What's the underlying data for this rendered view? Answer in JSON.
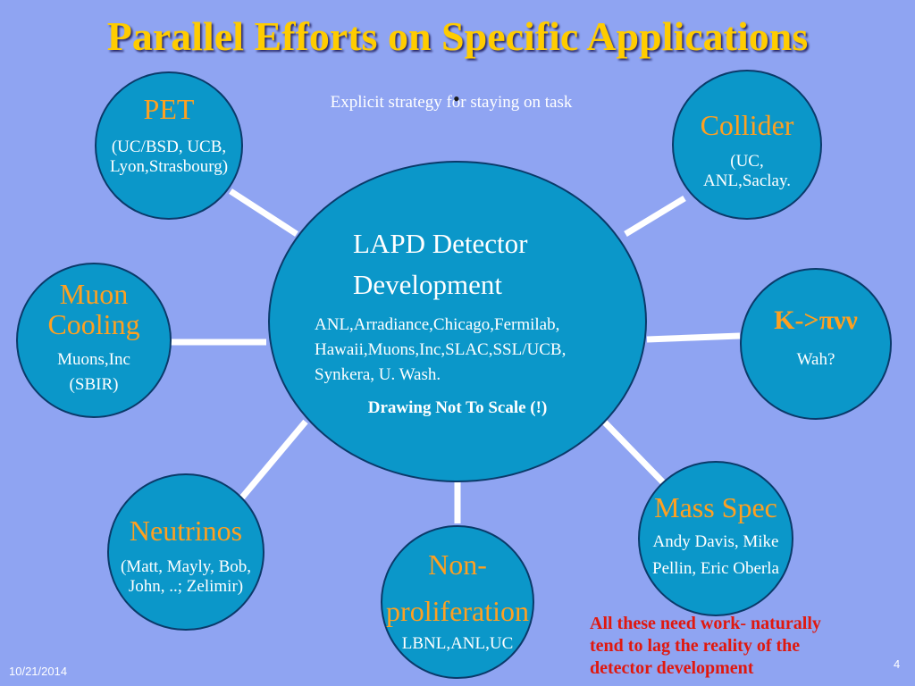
{
  "title": "Parallel Efforts on Specific Applications",
  "subtitle": "Explicit strategy for  staying on task",
  "bullet": "•",
  "center": {
    "title_line1": "LAPD Detector",
    "title_line2": "Development",
    "list_line1": "ANL,Arradiance,Chicago,Fermilab,",
    "list_line2": "Hawaii,Muons,Inc,SLAC,SSL/UCB,",
    "list_line3": "Synkera, U. Wash.",
    "note": "Drawing Not To Scale (!)"
  },
  "nodes": {
    "pet": {
      "title": "PET",
      "line1": "(UC/BSD, UCB,",
      "line2": "Lyon,Strasbourg)"
    },
    "collider": {
      "title": "Collider",
      "line1": "(UC,",
      "line2": "ANL,Saclay."
    },
    "muon": {
      "title_line1": "Muon",
      "title_line2": "Cooling",
      "line1": "Muons,Inc",
      "line2": "(SBIR)"
    },
    "kpinunu": {
      "title": "K->πνν",
      "line1": "Wah?"
    },
    "neutrinos": {
      "title": "Neutrinos",
      "line1": "(Matt, Mayly, Bob,",
      "line2": "John, ..; Zelimir)"
    },
    "nonprolif": {
      "title_line1": "Non-",
      "title_line2": "proliferation",
      "line1": "LBNL,ANL,UC"
    },
    "massspec": {
      "title": "Mass Spec",
      "line1": "Andy Davis, Mike",
      "line2": "Pellin, Eric Oberla"
    }
  },
  "footer_note": {
    "line1": "All these need work- naturally",
    "line2": "tend to lag the reality of  the",
    "line3": "detector development"
  },
  "date": "10/21/2014",
  "page_number": "4",
  "colors": {
    "background": "#8fa4f2",
    "circle_fill": "#0b97c9",
    "title": "#ffcc00",
    "orange_label": "#ffa020",
    "warning_text": "#e0180e",
    "connector": "#ffffff"
  }
}
